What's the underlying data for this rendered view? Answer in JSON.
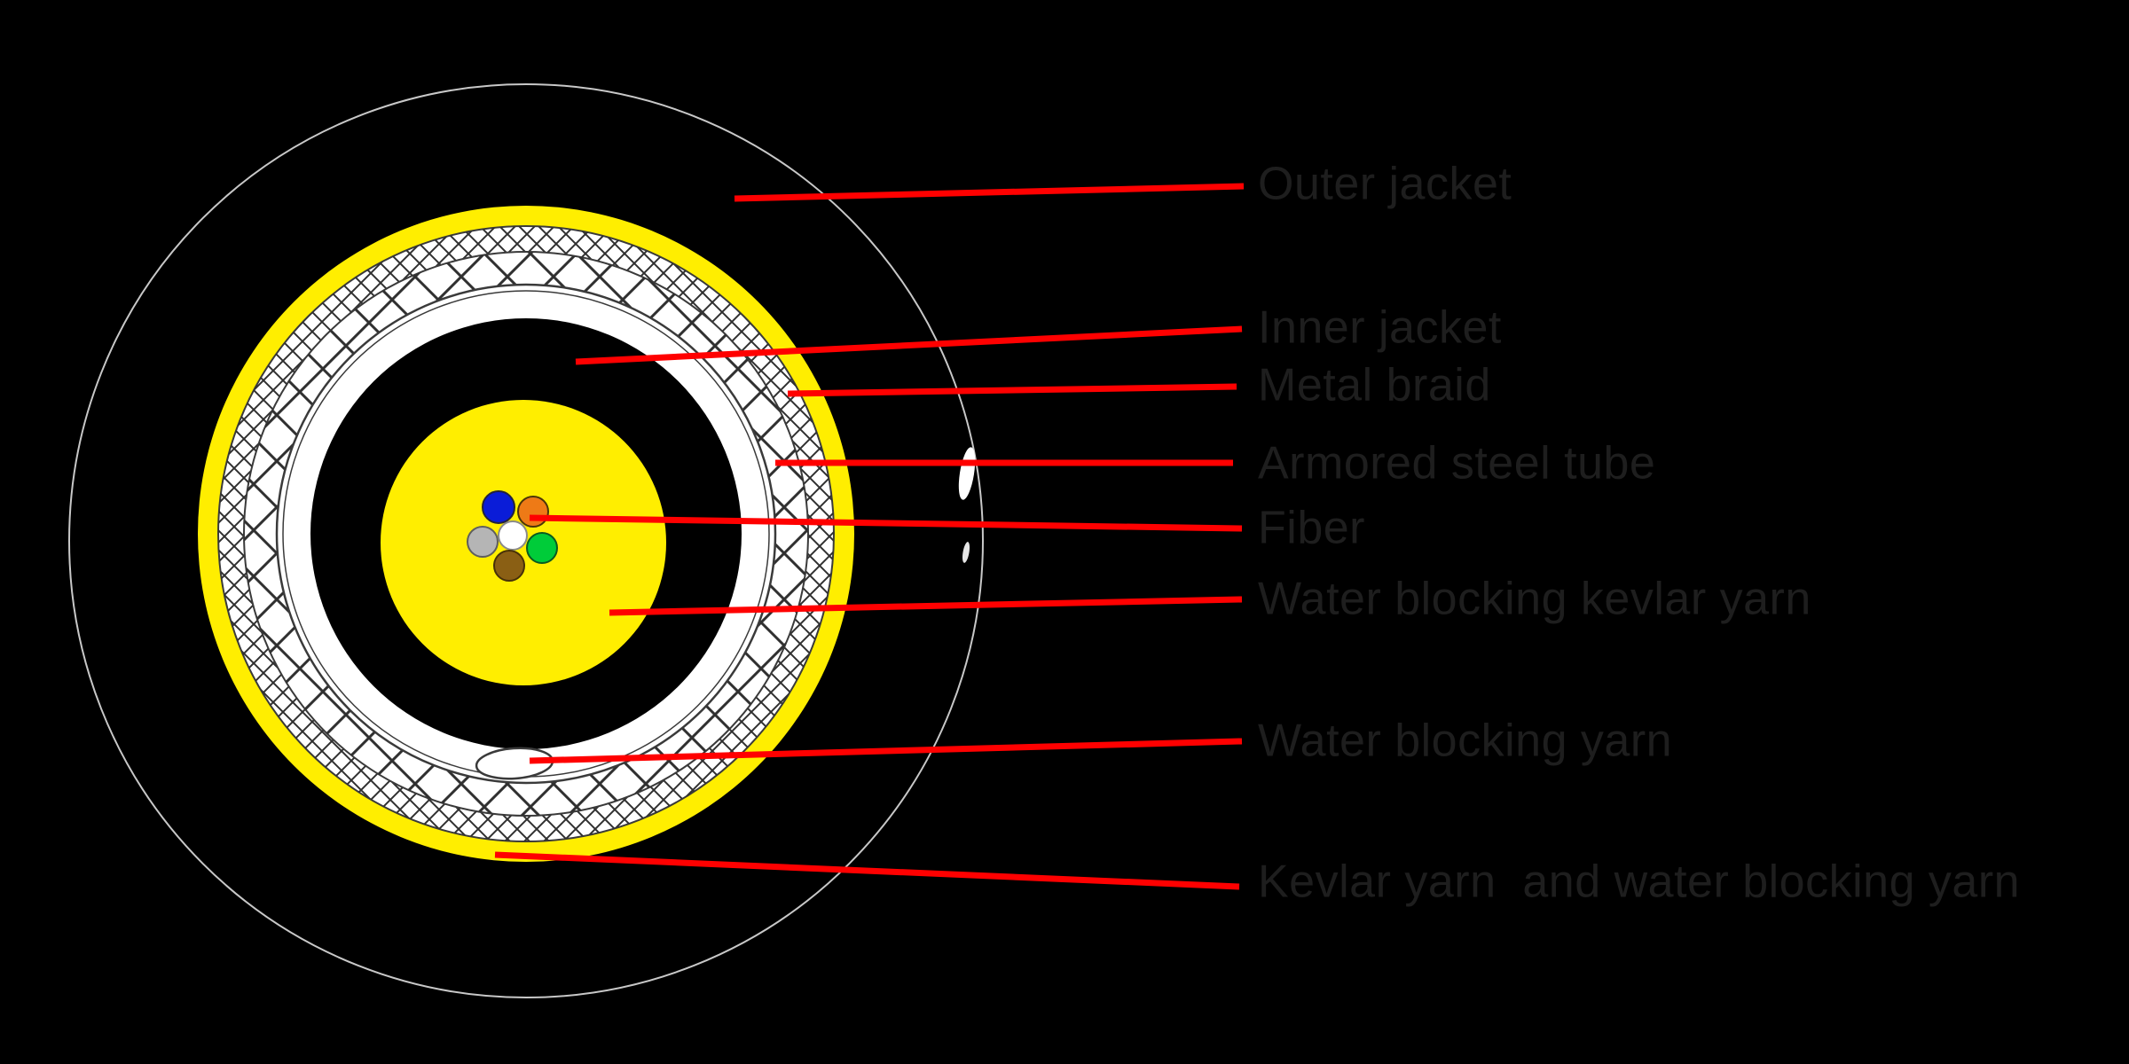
{
  "diagram": {
    "kind": "armored-fiber-optic-cable-cross-section",
    "labels": [
      {
        "id": "outer-jacket",
        "text": "Outer jacket"
      },
      {
        "id": "inner-jacket",
        "text": "Inner jacket"
      },
      {
        "id": "metal-braid",
        "text": "Metal braid"
      },
      {
        "id": "armored-steel-tube",
        "text": "Armored steel tube"
      },
      {
        "id": "fiber",
        "text": "Fiber"
      },
      {
        "id": "water-blocking-kevlar-yarn",
        "text": "Water blocking kevlar yarn"
      },
      {
        "id": "water-blocking-yarn",
        "text": "Water blocking yarn"
      },
      {
        "id": "kevlar-yarn-and-water-blocking-yarn",
        "text": "Kevlar yarn  and water blocking yarn"
      }
    ],
    "colors": {
      "background": "#000000",
      "leader_line": "#ff0000",
      "label_text": "#1e1e1e",
      "jacket_black": "#000000",
      "yarn_yellow": "#ffee00",
      "hatch_line": "#303030",
      "ring_outline": "#3a3a3a",
      "outer_edge": "#c8c8c8",
      "white": "#ffffff"
    },
    "fibers": [
      {
        "name": "blue-fiber",
        "color": "#0a1cd8"
      },
      {
        "name": "orange-fiber",
        "color": "#ee7a16"
      },
      {
        "name": "white-fiber",
        "color": "#ffffff"
      },
      {
        "name": "gray-fiber",
        "color": "#b5b5b5"
      },
      {
        "name": "green-fiber",
        "color": "#00cc39"
      },
      {
        "name": "brown-fiber",
        "color": "#8a5f14"
      }
    ]
  }
}
